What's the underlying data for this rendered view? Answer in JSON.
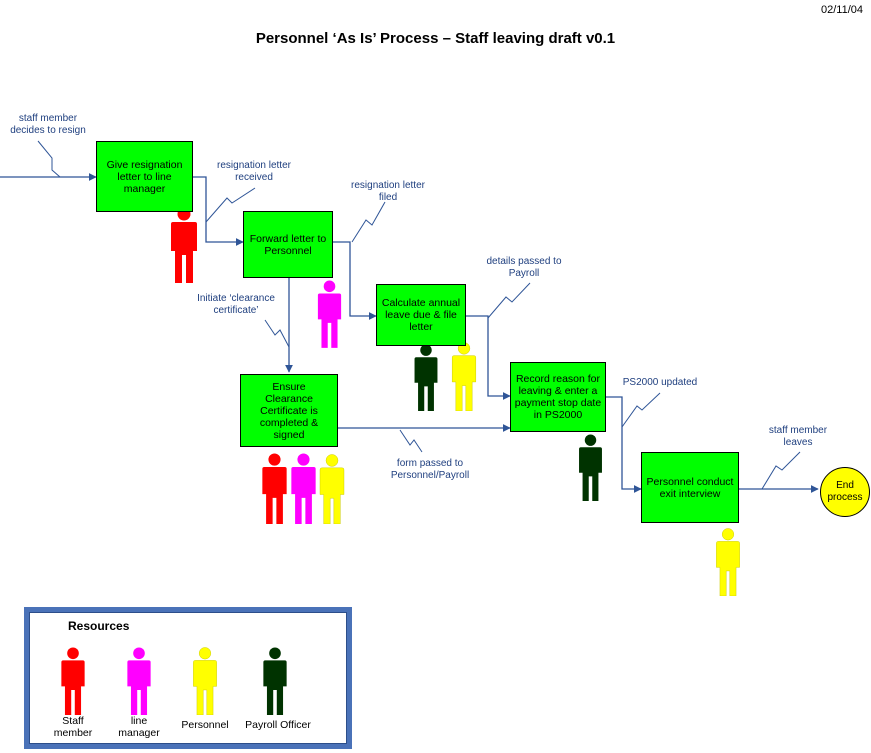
{
  "title": "Personnel ‘As Is’ Process – Staff leaving draft v0.1",
  "date": "02/11/04",
  "colors": {
    "box": "#00ff00",
    "connector": "#2f5597",
    "staff_member": "#ff0000",
    "line_manager": "#ff00ff",
    "personnel": "#ffff00",
    "payroll_officer": "#003300",
    "legend_border": "#4a72b8"
  },
  "process_boxes": {
    "give_resignation": "Give resignation\nletter to line\nmanager",
    "forward_letter": "Forward letter to\nPersonnel",
    "calculate_leave": "Calculate annual\nleave due & file\nletter",
    "ensure_clearance": "Ensure\nClearance\nCertificate is\ncompleted &\nsigned",
    "record_reason": "Record reason for\nleaving & enter a\npayment stop date\nin PS2000",
    "exit_interview": "Personnel conduct\nexit interview"
  },
  "end_node": "End\nprocess",
  "flow_labels": {
    "decides_to_resign": "staff member\ndecides to resign",
    "letter_received": "resignation letter\nreceived",
    "letter_filed": "resignation letter\nfiled",
    "initiate_clearance": "Initiate ‘clearance\ncertificate’",
    "details_to_payroll": "details passed to\nPayroll",
    "ps2000_updated": "PS2000 updated",
    "form_passed": "form passed to\nPersonnel/Payroll",
    "staff_leaves": "staff member\nleaves"
  },
  "legend": {
    "title": "Resources",
    "items": [
      "Staff\nmember",
      "line\nmanager",
      "Personnel",
      "Payroll Officer"
    ]
  }
}
